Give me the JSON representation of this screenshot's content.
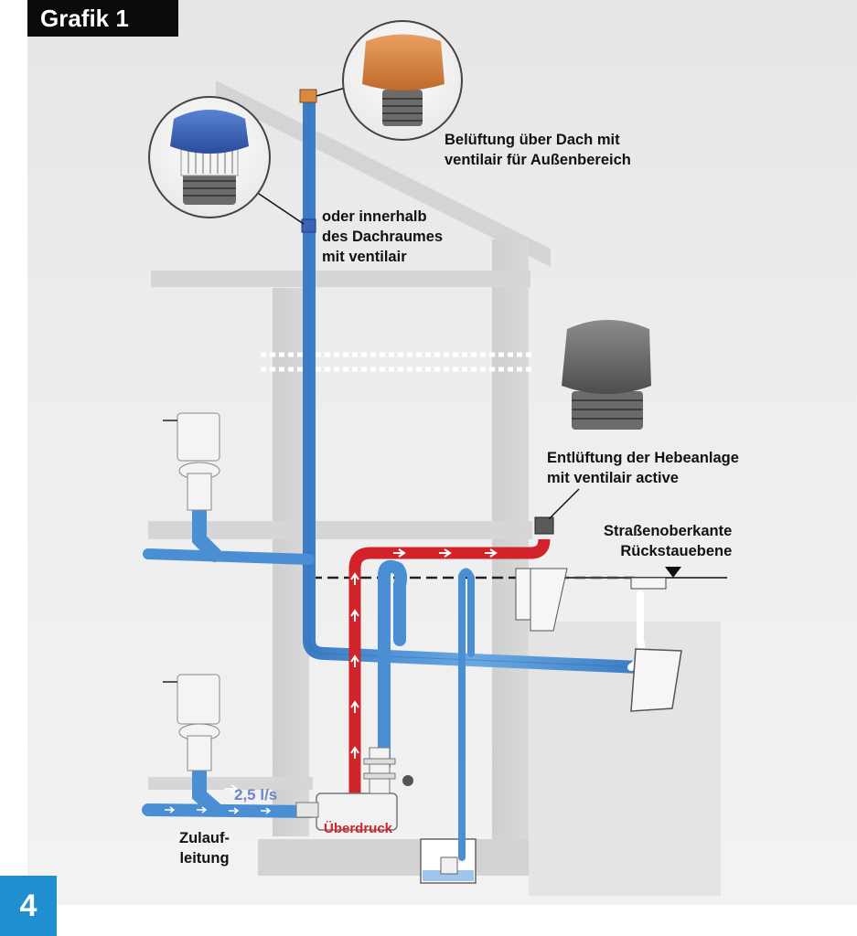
{
  "title": "Grafik 1",
  "figure_number": "4",
  "labels": {
    "roof_vent": {
      "line1": "Belüftung über Dach mit",
      "line2": "ventilair für Außenbereich"
    },
    "attic_vent": {
      "line1": "oder innerhalb",
      "line2": "des Dachraumes",
      "line3": "mit ventilair"
    },
    "lift_vent": {
      "line1": "Entlüftung der Hebeanlage",
      "line2": "mit ventilair active"
    },
    "street_level": {
      "line1": "Straßenoberkante",
      "line2": "Rückstauebene"
    },
    "flow_rate": "2,5 l/s",
    "overpressure": "Überdruck",
    "inlet_pipe": {
      "line1": "Zulauf-",
      "line2": "leitung"
    }
  },
  "colors": {
    "pipe_blue": "#4a8fd4",
    "pressure_red": "#d2232a",
    "vent_orange": "#d98a3f",
    "vent_blue": "#3b62b7",
    "vent_grey": "#6f6f6f",
    "accent_badge": "#1f8fcf"
  },
  "icons": [
    "roof-vent-cap-icon",
    "attic-vent-cap-icon",
    "active-vent-cap-icon",
    "toilet-icon",
    "lifting-station-icon",
    "sump-pump-icon",
    "street-gully-icon"
  ]
}
